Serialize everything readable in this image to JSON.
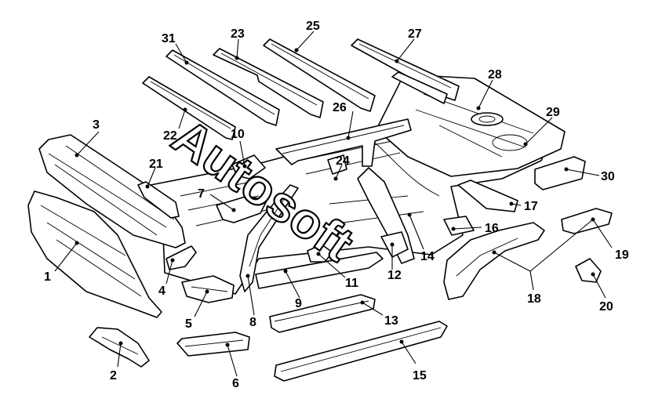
{
  "callouts": [
    "1",
    "2",
    "3",
    "4",
    "5",
    "6",
    "7",
    "8",
    "9",
    "10",
    "11",
    "12",
    "13",
    "14",
    "15",
    "16",
    "17",
    "18",
    "19",
    "20",
    "21",
    "22",
    "23",
    "24",
    "25",
    "26",
    "27",
    "28",
    "29",
    "30",
    "31"
  ],
  "watermark": "Autosoft"
}
